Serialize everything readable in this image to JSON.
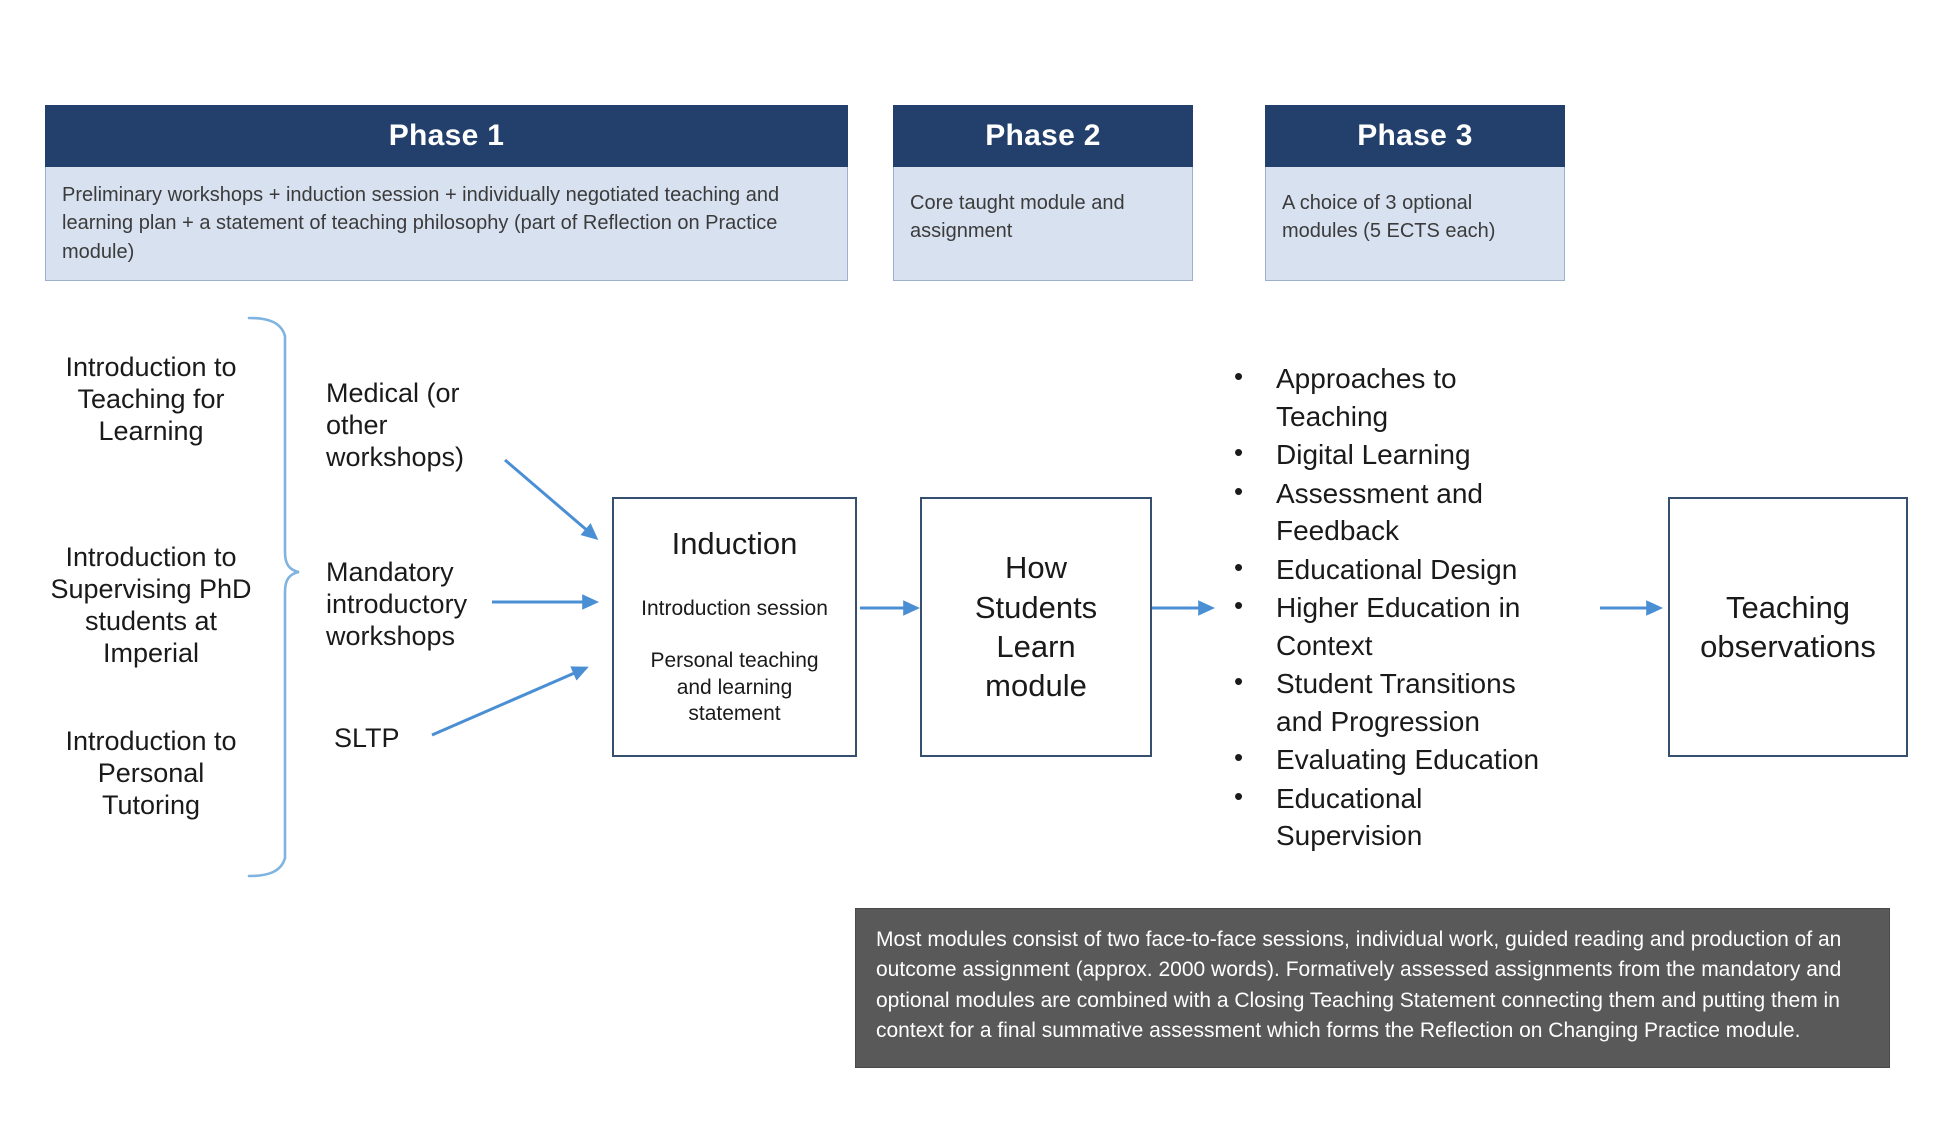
{
  "phases": [
    {
      "title": "Phase 1",
      "body": "Preliminary workshops + induction session + individually negotiated teaching and learning plan + a statement of teaching philosophy (part of Reflection on Practice module)"
    },
    {
      "title": "Phase 2",
      "body": "Core taught module and assignment"
    },
    {
      "title": "Phase 3",
      "body": "A choice of 3 optional modules (5 ECTS each)"
    }
  ],
  "intro_courses": [
    "Introduction to Teaching for Learning",
    "Introduction to Supervising PhD students at Imperial",
    "Introduction to Personal Tutoring"
  ],
  "workshop_sources": [
    "Medical (or other workshops)",
    "Mandatory introductory workshops",
    "SLTP"
  ],
  "induction_box": {
    "title": "Induction",
    "line1": "Introduction session",
    "line2": "Personal teaching and learning statement"
  },
  "hsl_box": {
    "title": "How Students Learn module"
  },
  "optional_modules": [
    "Approaches to Teaching",
    "Digital Learning",
    "Assessment and Feedback",
    "Educational Design",
    "Higher Education in Context",
    "Student Transitions and Progression",
    "Evaluating Education",
    "Educational Supervision"
  ],
  "observations_box": {
    "title": "Teaching observations"
  },
  "footnote": {
    "text": "Most modules consist of two face-to-face sessions, individual work, guided reading and production of an outcome assignment (approx. 2000 words). Formatively assessed assignments from the mandatory and optional modules are combined with a Closing Teaching Statement connecting them and putting them in context for a final summative assessment which forms the Reflection on Changing Practice module."
  },
  "colors": {
    "header_navy": "#22406B",
    "body_blue": "#D8E1F0",
    "box_outline": "#35506E",
    "arrow_blue": "#4A8FD4",
    "brace_blue": "#7FB3E0",
    "footnote_gray": "#595959"
  }
}
